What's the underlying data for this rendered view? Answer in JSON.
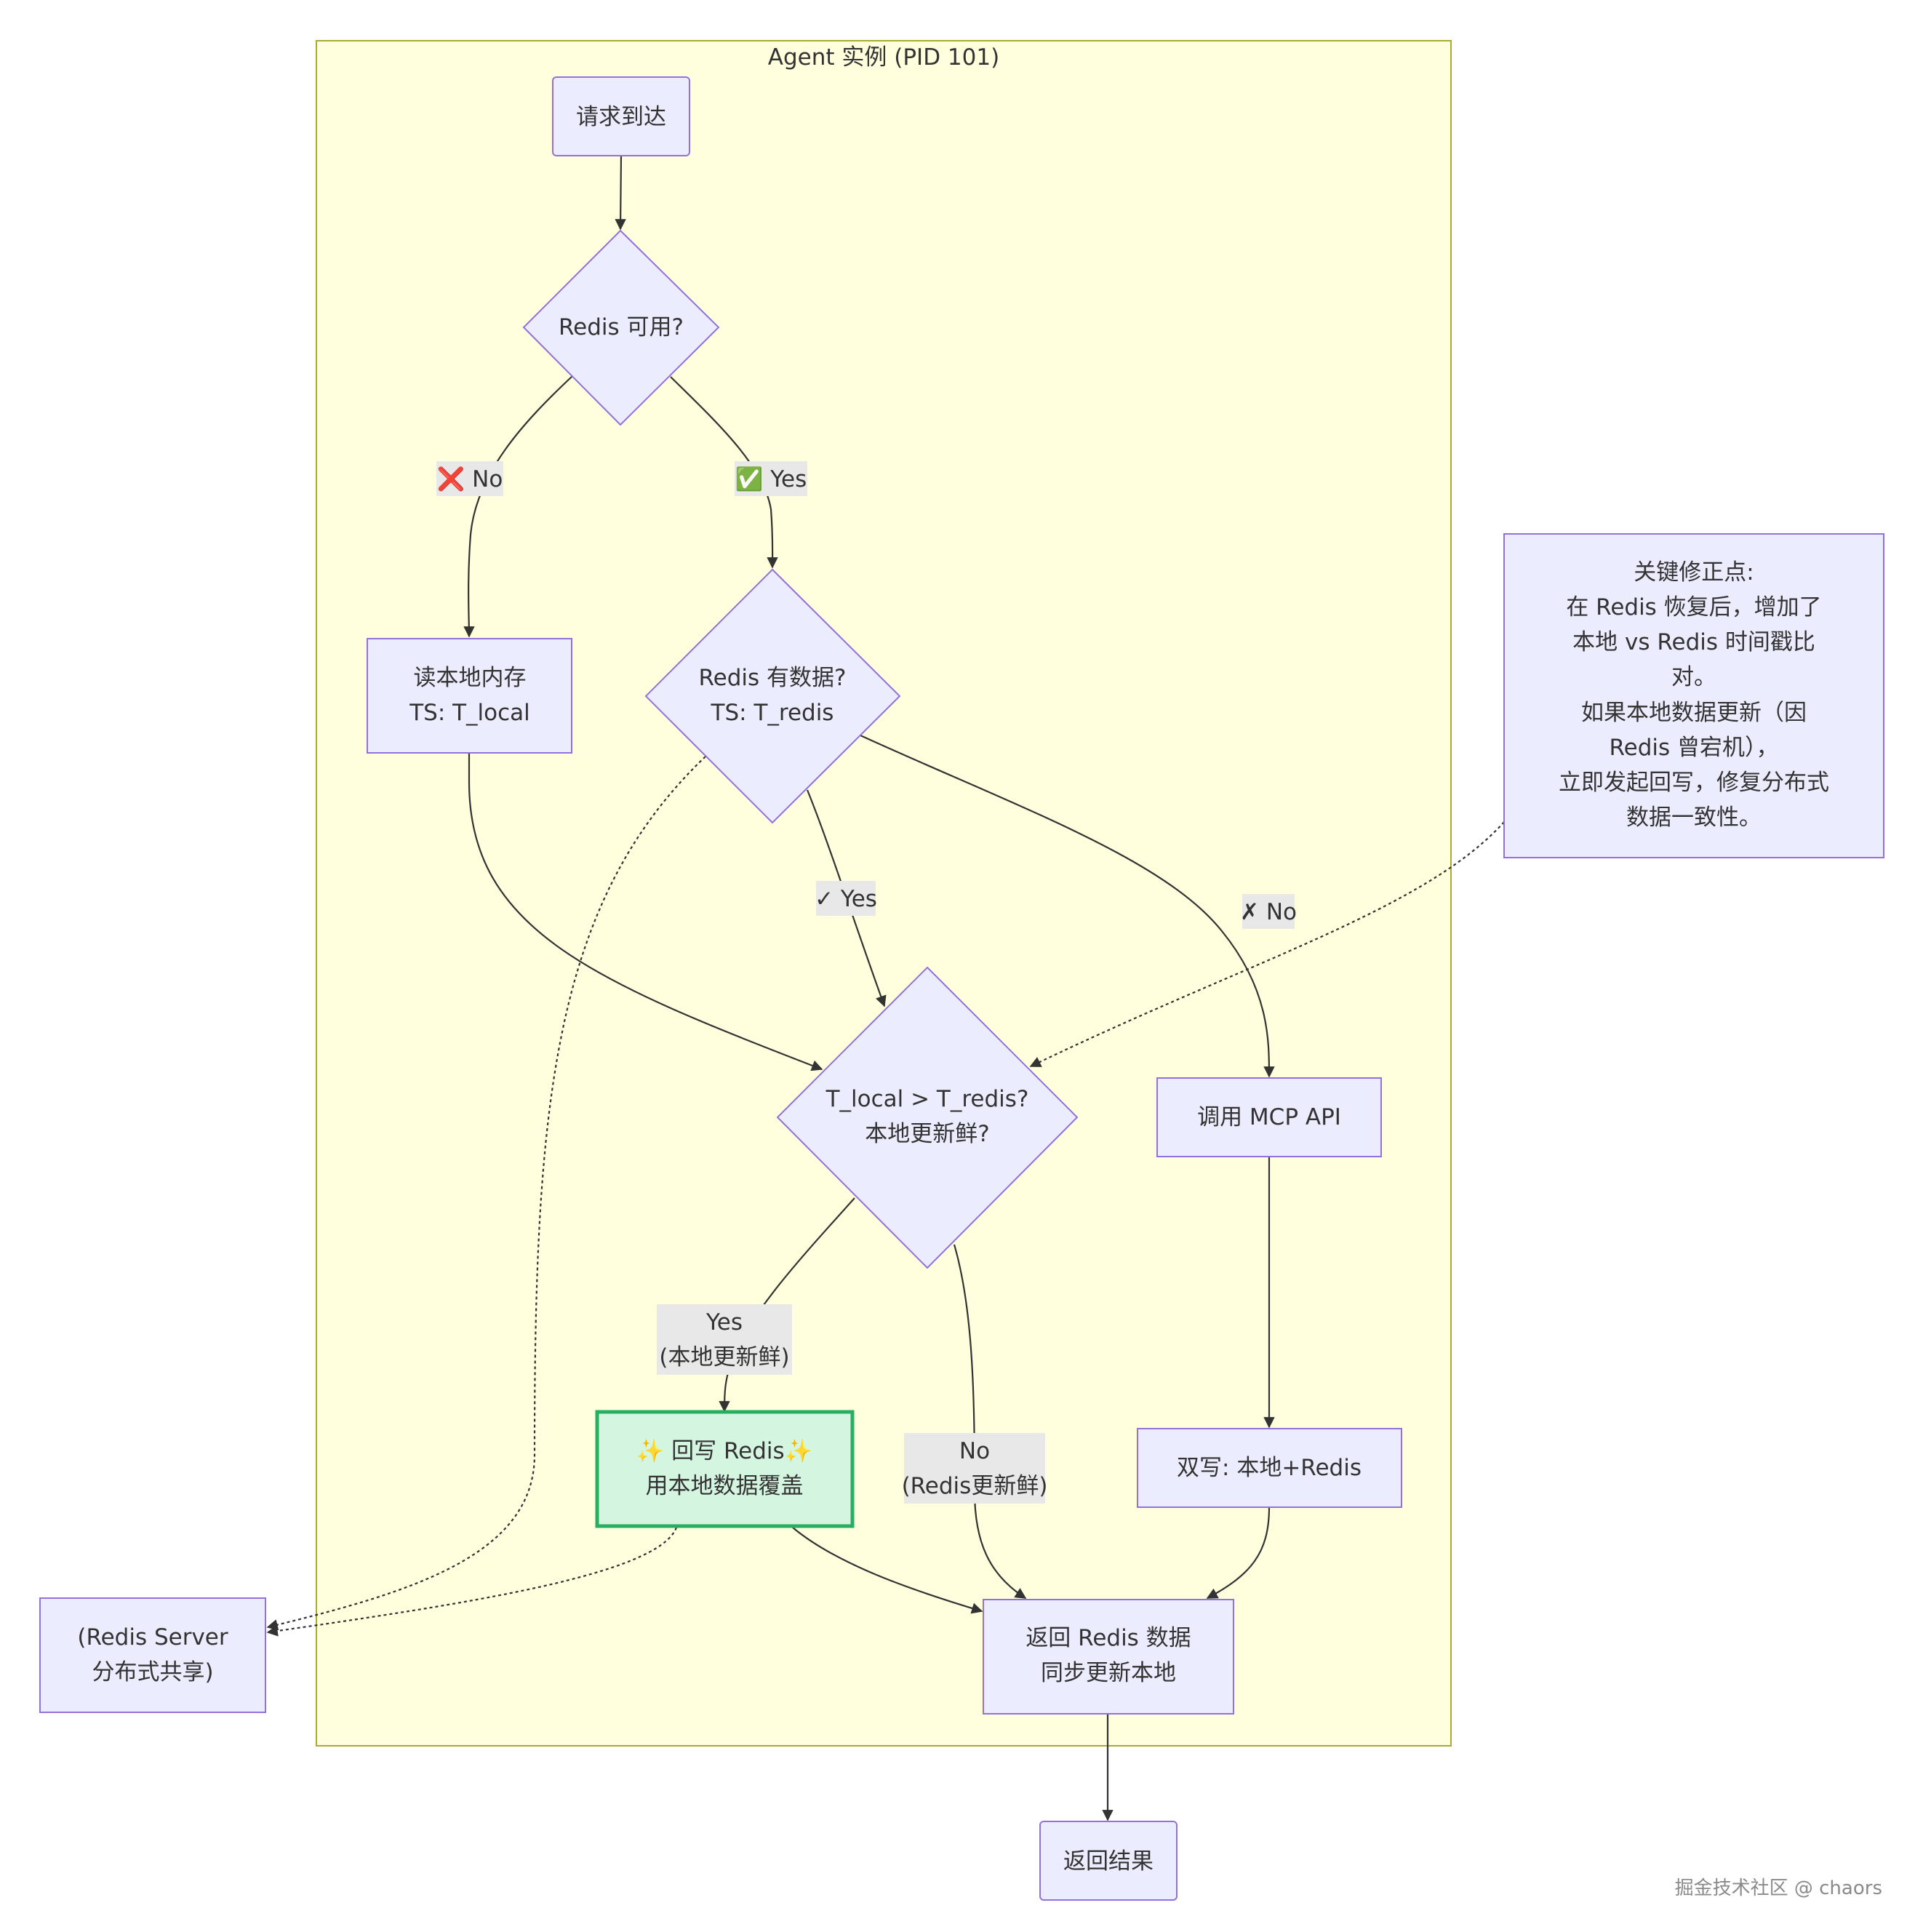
{
  "cluster": {
    "title": "Agent 实例 (PID 101)"
  },
  "nodes": {
    "request": "请求到达",
    "redis_available": "Redis 可用?",
    "read_local": [
      "读本地内存",
      "TS: T_local"
    ],
    "redis_has_data": [
      "Redis 有数据?",
      "TS: T_redis"
    ],
    "compare": [
      "T_local > T_redis?",
      "本地更新鲜?"
    ],
    "call_mcp": "调用 MCP API",
    "write_back": [
      "✨ 回写 Redis✨",
      "用本地数据覆盖"
    ],
    "dual_write": "双写: 本地+Redis",
    "return_redis": [
      "返回 Redis 数据",
      "同步更新本地"
    ],
    "return_result": "返回结果",
    "redis_server": [
      "(Redis Server",
      "分布式共享)"
    ],
    "note": [
      "关键修正点:",
      "在 Redis 恢复后，增加了",
      "本地 vs Redis  时间戳比",
      "对。",
      "如果本地数据更新（因",
      "Redis 曾宕机），",
      "立即发起回写，修复分布式",
      "数据一致性。"
    ]
  },
  "edge_labels": {
    "avail_no": "❌ No",
    "avail_yes": "✅ Yes",
    "has_yes": "✓ Yes",
    "has_no": "✗ No",
    "cmp_yes": [
      "Yes",
      "(本地更新鲜)"
    ],
    "cmp_no": [
      "No",
      "(Redis更新鲜)"
    ]
  },
  "footer": {
    "watermark": "掘金技术社区 @ chaors"
  },
  "colors": {
    "cluster_fill": "#ffffde",
    "cluster_stroke": "#aaaa33",
    "node_fill": "#ececff",
    "node_stroke": "#9370db",
    "highlight_fill": "#d4f5e0",
    "highlight_stroke": "#27ae60",
    "edge": "#333333",
    "edge_label_bg": "#e8e8e8"
  }
}
